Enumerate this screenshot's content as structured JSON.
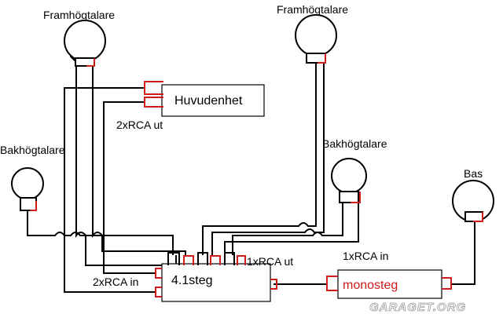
{
  "speakers": {
    "front_left": "Framhögtalare",
    "front_right": "Framhögtalare",
    "rear_left": "Bakhögtalare",
    "rear_right": "Bakhögtalare",
    "sub": "Bas"
  },
  "units": {
    "head_unit": "Huvudenhet",
    "amp_4ch": "4.1steg",
    "mono_amp": "monosteg"
  },
  "labels": {
    "rca_out_head": "2xRCA ut",
    "rca_in_amp": "2xRCA in",
    "rca_out_amp": "1xRCA ut",
    "rca_in_mono": "1xRCA in"
  },
  "watermark": "GARAGET.ORG",
  "colors": {
    "wire": "#000000",
    "connector": "#d11a1a",
    "mono_label": "#d11a1a"
  }
}
